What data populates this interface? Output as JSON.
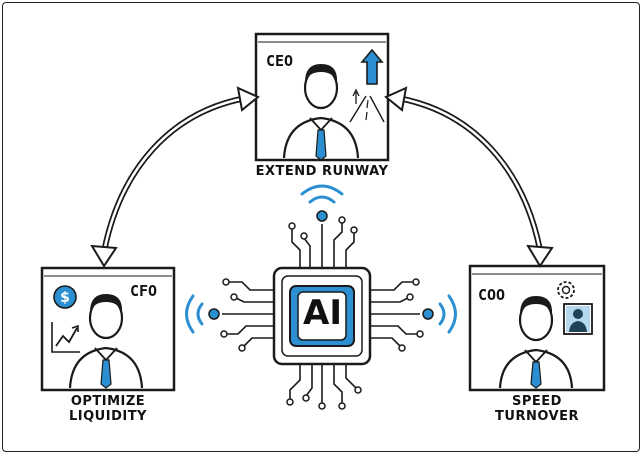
{
  "roles": {
    "ceo": {
      "label": "CEO",
      "caption": "EXTEND RUNWAY"
    },
    "cfo": {
      "label": "CFO",
      "caption_line1": "OPTIMIZE",
      "caption_line2": "LIQUIDITY"
    },
    "coo": {
      "label": "COO",
      "caption_line1": "SPEED",
      "caption_line2": "TURNOVER"
    }
  },
  "ai": {
    "label": "AI"
  },
  "colors": {
    "accent": "#2b8fd1",
    "ink": "#1a1a1a",
    "tie": "#2b8fd1"
  },
  "icons": [
    "dollar-icon",
    "growth-chart-icon",
    "up-arrow-icon",
    "road-icon",
    "gear-icon",
    "person-badge-icon",
    "wifi-signal-icon"
  ]
}
